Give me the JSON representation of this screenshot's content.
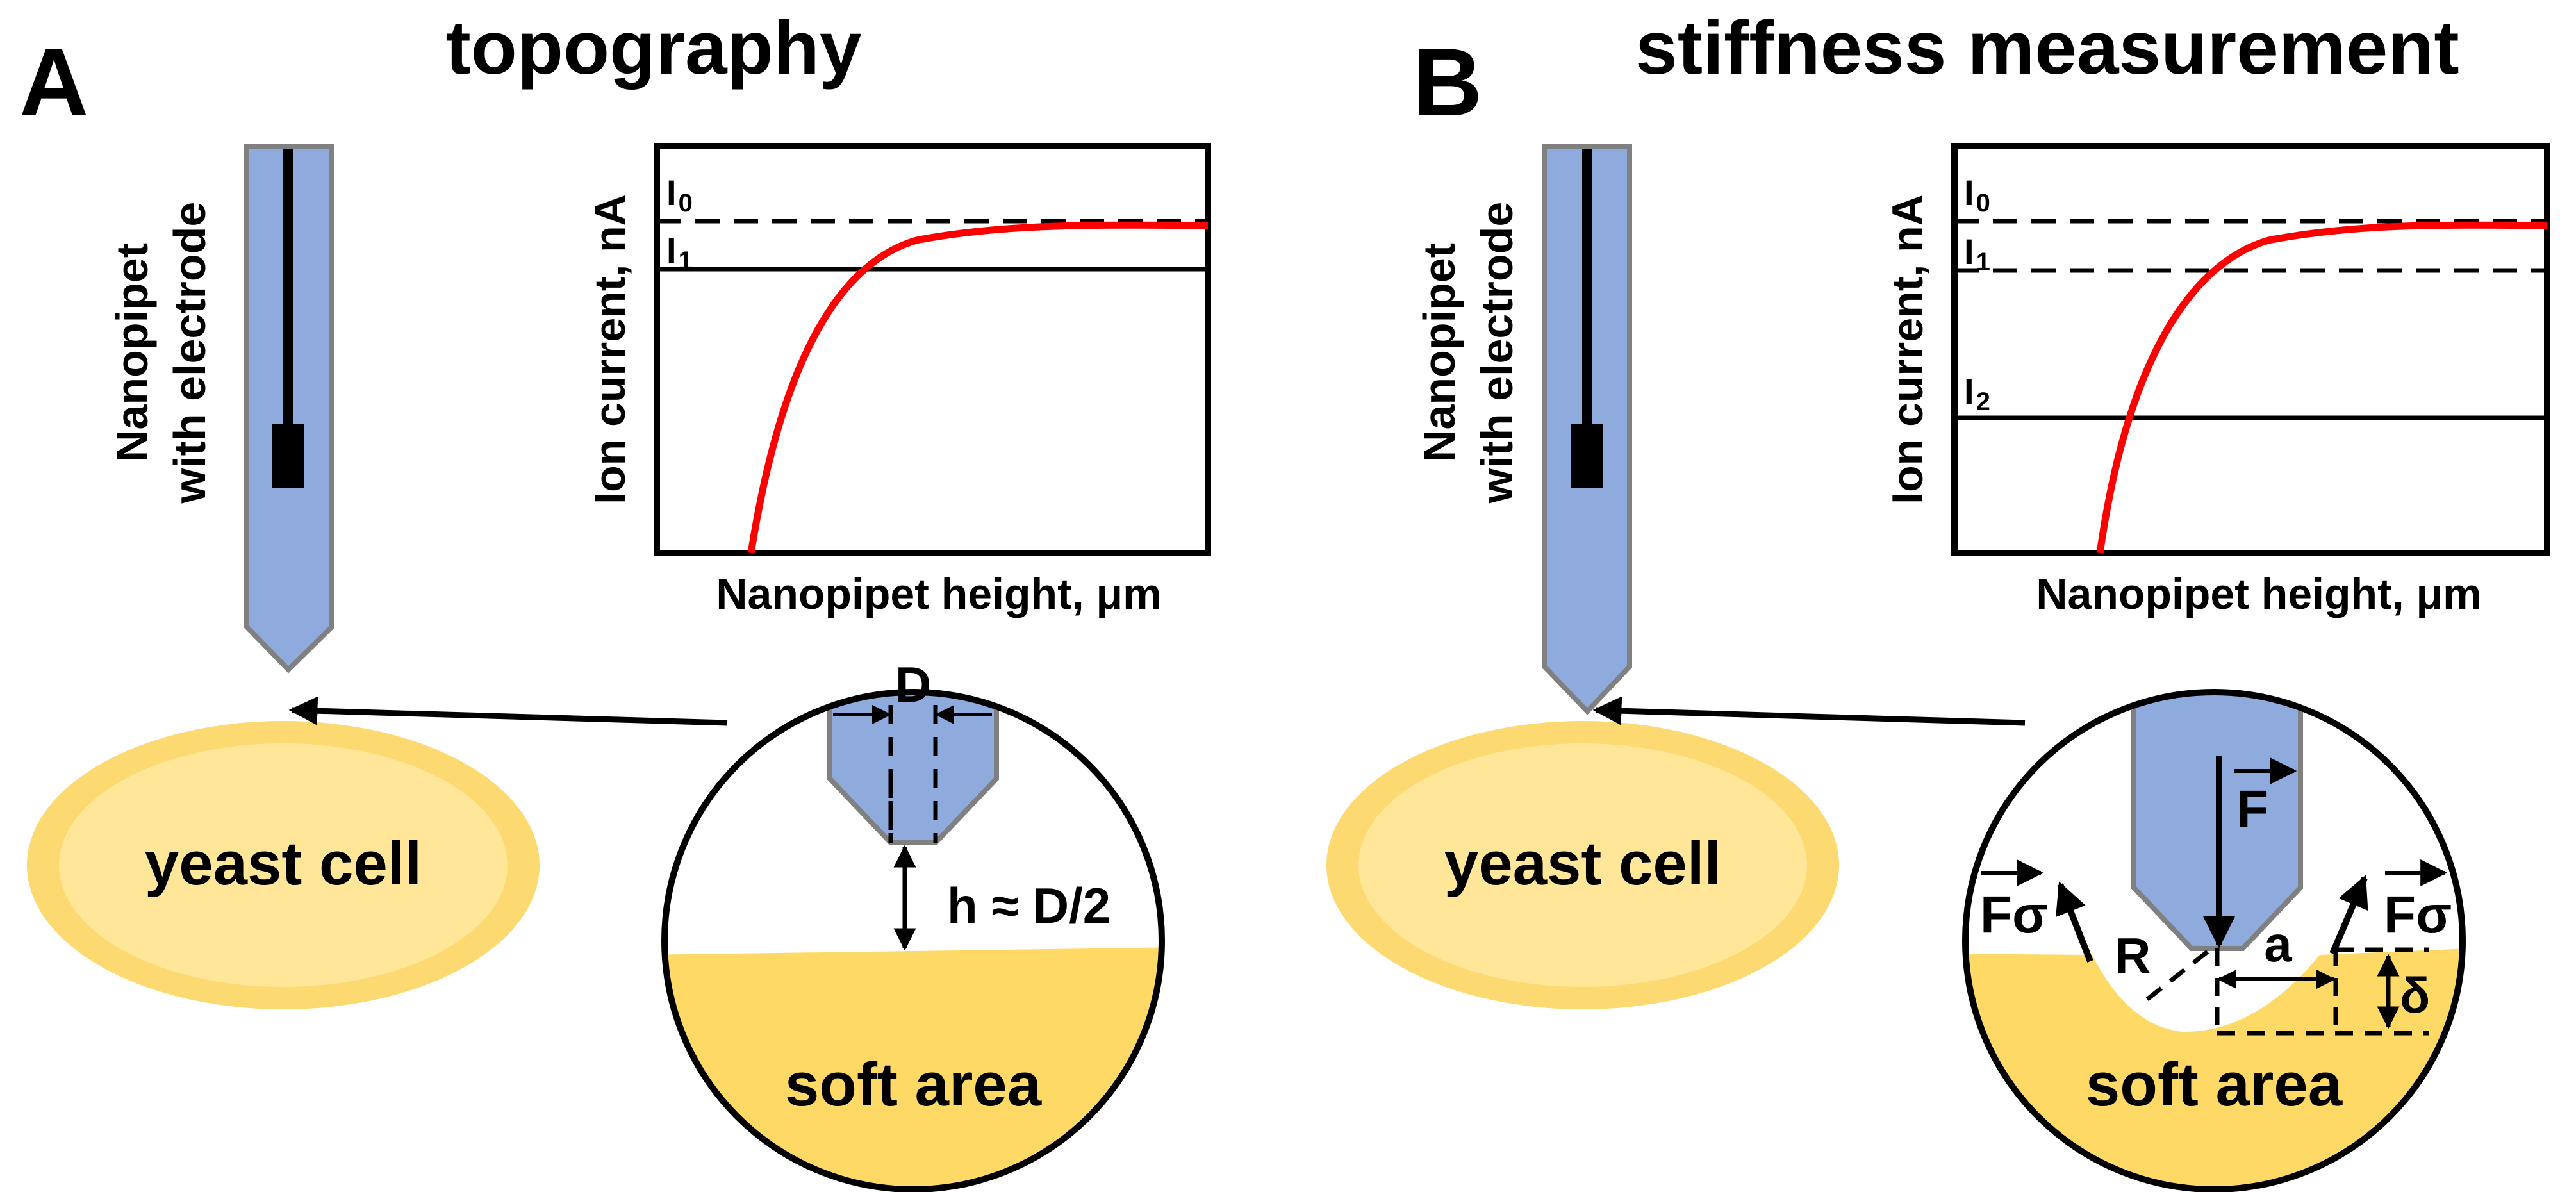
{
  "colors": {
    "pipette_fill": "#8FAADC",
    "pipette_stroke": "#808080",
    "cell_outer": "#FDD971",
    "cell_inner": "#FFE699",
    "soft_area": "#FFD966",
    "curve": "#FF0000",
    "line": "#000000"
  },
  "panel_a": {
    "letter": "A",
    "title": "topography",
    "pipette_label_line1": "Nanopipet",
    "pipette_label_line2": "with electrode",
    "cell_label": "yeast cell",
    "inset": {
      "dimension_label": "D",
      "gap_label": "h ≈ D/2",
      "area_label": "soft area"
    },
    "plot": {
      "ylabel": "Ion current, nA",
      "xlabel": "Nanopipet height, μm",
      "level_labels": [
        {
          "name": "I",
          "sub": "0"
        },
        {
          "name": "I",
          "sub": "1"
        }
      ]
    }
  },
  "panel_b": {
    "letter": "B",
    "title": "stiffness measurement",
    "pipette_label_line1": "Nanopipet",
    "pipette_label_line2": "with electrode",
    "cell_label": "yeast cell",
    "inset": {
      "force_label": "F",
      "tension_label": "Fσ",
      "radius_label": "R",
      "contact_label": "a",
      "indent_label": "δ",
      "area_label": "soft area"
    },
    "plot": {
      "ylabel": "Ion current, nA",
      "xlabel": "Nanopipet height, μm",
      "level_labels": [
        {
          "name": "I",
          "sub": "0"
        },
        {
          "name": "I",
          "sub": "1"
        },
        {
          "name": "I",
          "sub": "2"
        }
      ]
    }
  }
}
